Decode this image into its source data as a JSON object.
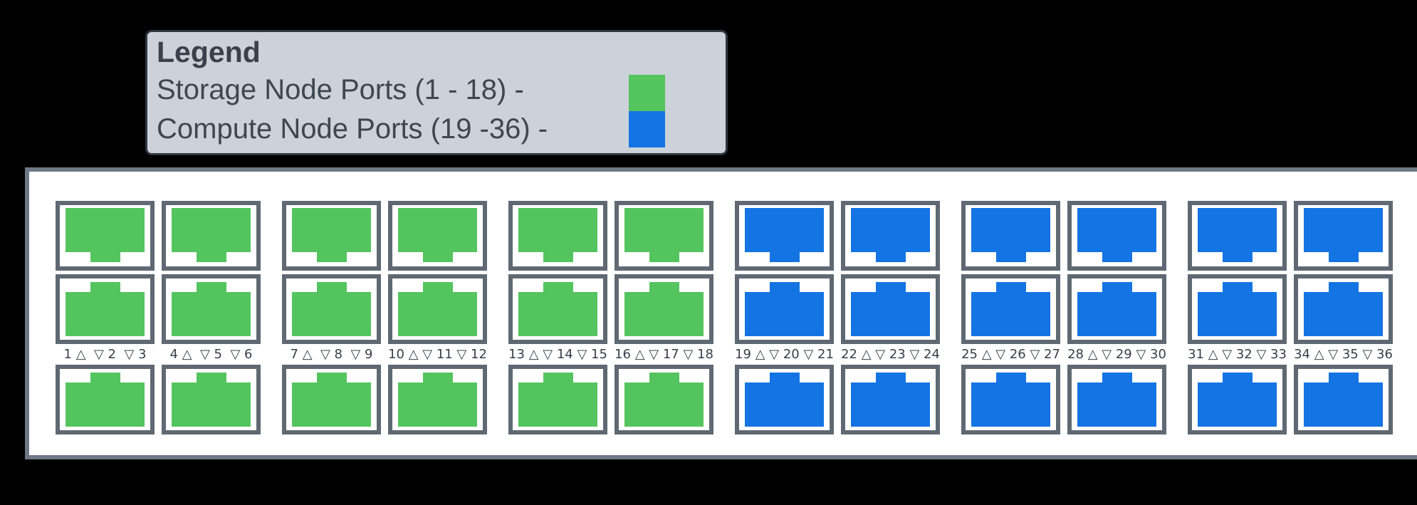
{
  "colors": {
    "storage": "#54c45f",
    "compute": "#1474e3",
    "legend_bg": "#ccd2d9",
    "legend_border": "#2f363e",
    "panel_border": "#6e7885",
    "port_border": "#5f6973",
    "text_dark": "#3a414b"
  },
  "legend": {
    "title": "Legend",
    "entries": [
      {
        "name": "storage",
        "label": "Storage Node Ports (1 - 18) - ",
        "color": "#54c45f",
        "swatch_icon": "green-square"
      },
      {
        "name": "compute",
        "label": "Compute Node Ports (19 -36) - ",
        "color": "#1474e3",
        "swatch_icon": "blue-square"
      }
    ]
  },
  "switch_panel": {
    "port_colors": {
      "storage": "#54c45f",
      "compute": "#1474e3"
    },
    "groups": [
      {
        "type": "storage",
        "columns": [
          {
            "ports": [
              1,
              2,
              3
            ],
            "label": "1 △  ▽ 2  ▽ 3"
          },
          {
            "ports": [
              4,
              5,
              6
            ],
            "label": "4 △  ▽ 5  ▽ 6"
          }
        ]
      },
      {
        "type": "storage",
        "columns": [
          {
            "ports": [
              7,
              8,
              9
            ],
            "label": "7 △  ▽ 8  ▽ 9"
          },
          {
            "ports": [
              10,
              11,
              12
            ],
            "label": "10 △ ▽ 11 ▽ 12"
          }
        ]
      },
      {
        "type": "storage",
        "columns": [
          {
            "ports": [
              13,
              14,
              15
            ],
            "label": "13 △ ▽ 14 ▽ 15"
          },
          {
            "ports": [
              16,
              17,
              18
            ],
            "label": "16 △ ▽ 17 ▽ 18"
          }
        ]
      },
      {
        "type": "compute",
        "columns": [
          {
            "ports": [
              19,
              20,
              21
            ],
            "label": "19 △ ▽ 20 ▽ 21"
          },
          {
            "ports": [
              22,
              23,
              24
            ],
            "label": "22 △ ▽ 23 ▽ 24"
          }
        ]
      },
      {
        "type": "compute",
        "columns": [
          {
            "ports": [
              25,
              26,
              27
            ],
            "label": "25 △ ▽ 26 ▽ 27"
          },
          {
            "ports": [
              28,
              29,
              30
            ],
            "label": "28 △ ▽ 29 ▽ 30"
          }
        ]
      },
      {
        "type": "compute",
        "columns": [
          {
            "ports": [
              31,
              32,
              33
            ],
            "label": "31 △ ▽ 32 ▽ 33"
          },
          {
            "ports": [
              34,
              35,
              36
            ],
            "label": "34 △ ▽ 35 ▽ 36"
          }
        ]
      }
    ]
  }
}
